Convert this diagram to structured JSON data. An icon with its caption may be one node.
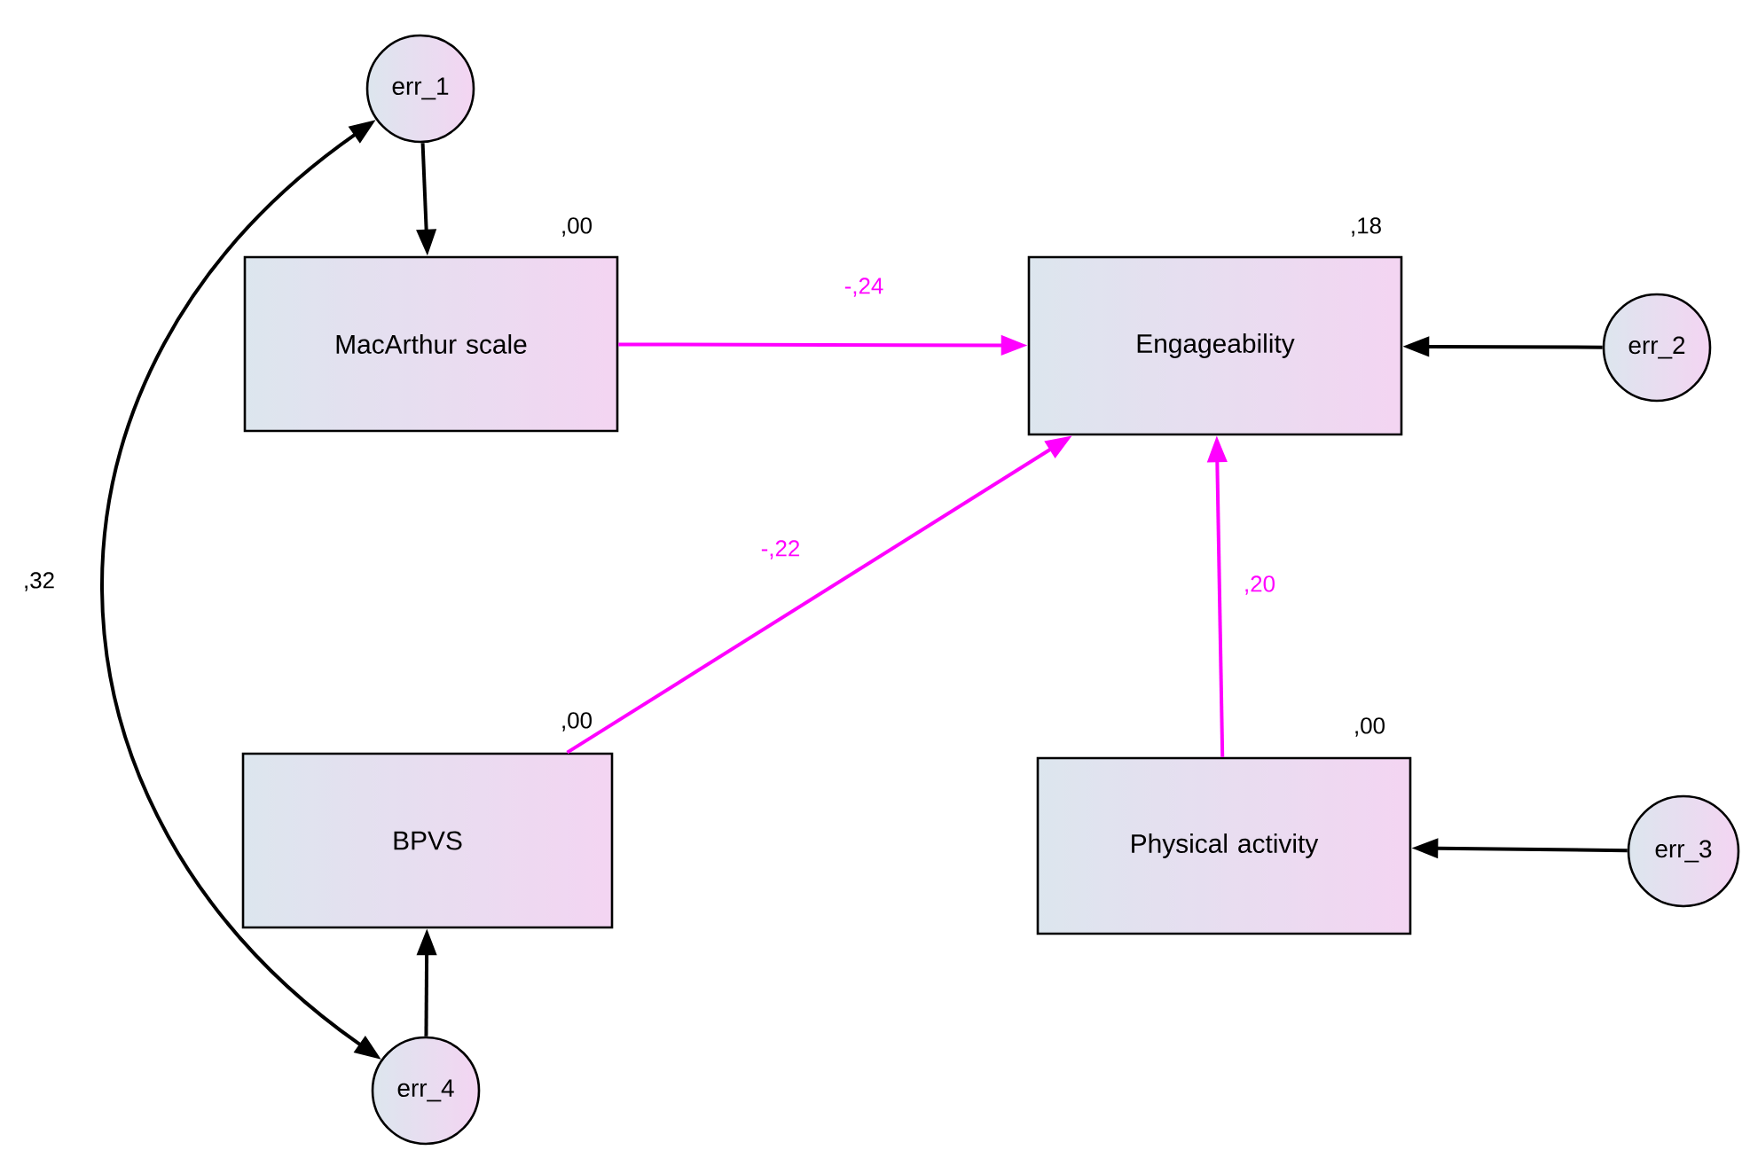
{
  "diagram": {
    "nodes": [
      {
        "text": [
          "err_1"
        ]
      },
      {
        "text": [
          "MacArthur scale"
        ],
        "beside": [
          ",00"
        ]
      },
      {
        "text": [
          "Engageability"
        ],
        "beside": [
          ",18"
        ]
      },
      {
        "text": [
          "err_2"
        ]
      },
      {
        "text": [
          "BPVS"
        ],
        "beside": [
          ",00"
        ]
      },
      {
        "text": [
          "Physical activity"
        ],
        "beside": [
          ",00"
        ]
      },
      {
        "text": [
          "err_3"
        ]
      },
      {
        "text": [
          "err_4"
        ]
      }
    ],
    "edges": [
      {
        "from": 0,
        "to": 1,
        "arrow": "to"
      },
      {
        "from": 1,
        "to": 2,
        "arrow": "to",
        "label": "-,24",
        "color": "#ff00ff"
      },
      {
        "from": 4,
        "to": 2,
        "arrow": "to",
        "label": "-,22",
        "color": "#ff00ff"
      },
      {
        "from": 5,
        "to": 2,
        "arrow": "to",
        "label": ",20",
        "color": "#ff00ff"
      },
      {
        "from": 3,
        "to": 2,
        "arrow": "to"
      },
      {
        "from": 6,
        "to": 5,
        "arrow": "to"
      },
      {
        "from": 7,
        "to": 4,
        "arrow": "to"
      },
      {
        "from": 0,
        "to": 7,
        "arrow": "both",
        "label": ",32"
      }
    ]
  }
}
